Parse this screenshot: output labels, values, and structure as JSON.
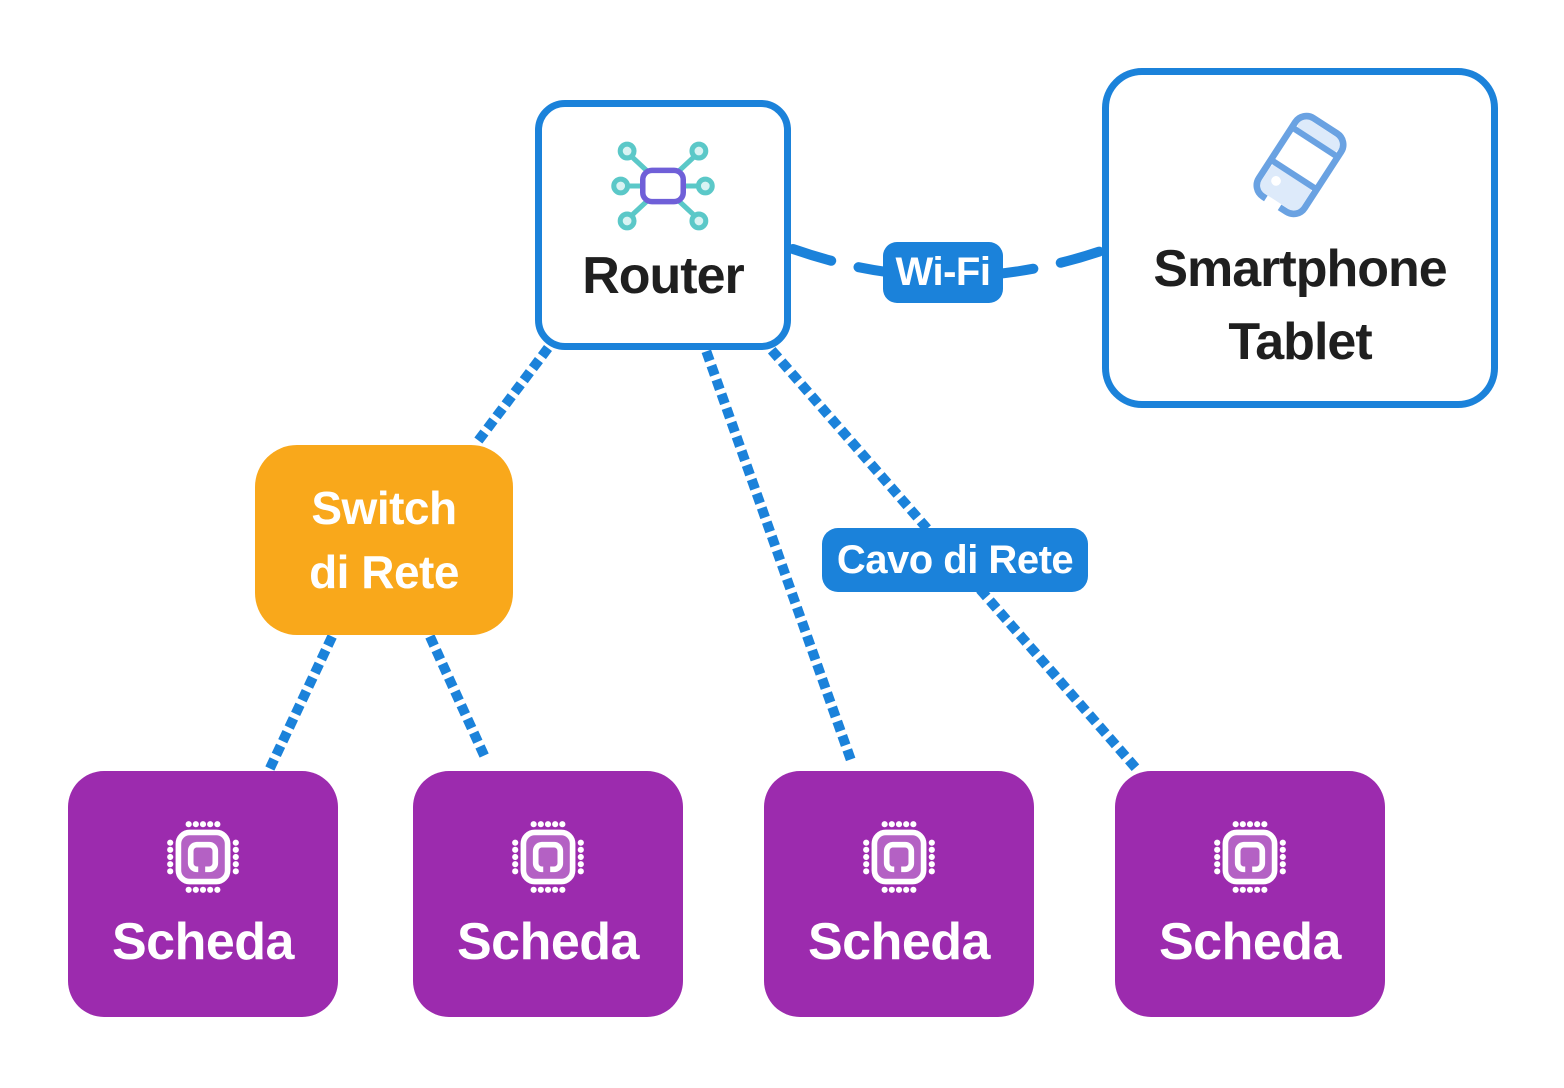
{
  "colors": {
    "blue": "#1b82da",
    "orange": "#f9a81b",
    "purple": "#9c2bae",
    "chip-fill": "#b461c4",
    "hub-purple": "#6f5fd8",
    "teal": "#5bc8c8",
    "teal-fill": "#d9f3f3",
    "phone-blue": "#6aa2e2",
    "phone-fill": "#ddeafa",
    "text-dark": "#1f1f1f",
    "text-light": "#ffffff"
  },
  "nodes": {
    "router": {
      "label": "Router"
    },
    "smartphone": {
      "line1": "Smartphone",
      "line2": "Tablet"
    },
    "switch": {
      "line1": "Switch",
      "line2": "di Rete"
    },
    "scheda": {
      "label": "Scheda"
    }
  },
  "edges": {
    "wifi_label": "Wi-Fi",
    "cable_label": "Cavo di Rete"
  }
}
